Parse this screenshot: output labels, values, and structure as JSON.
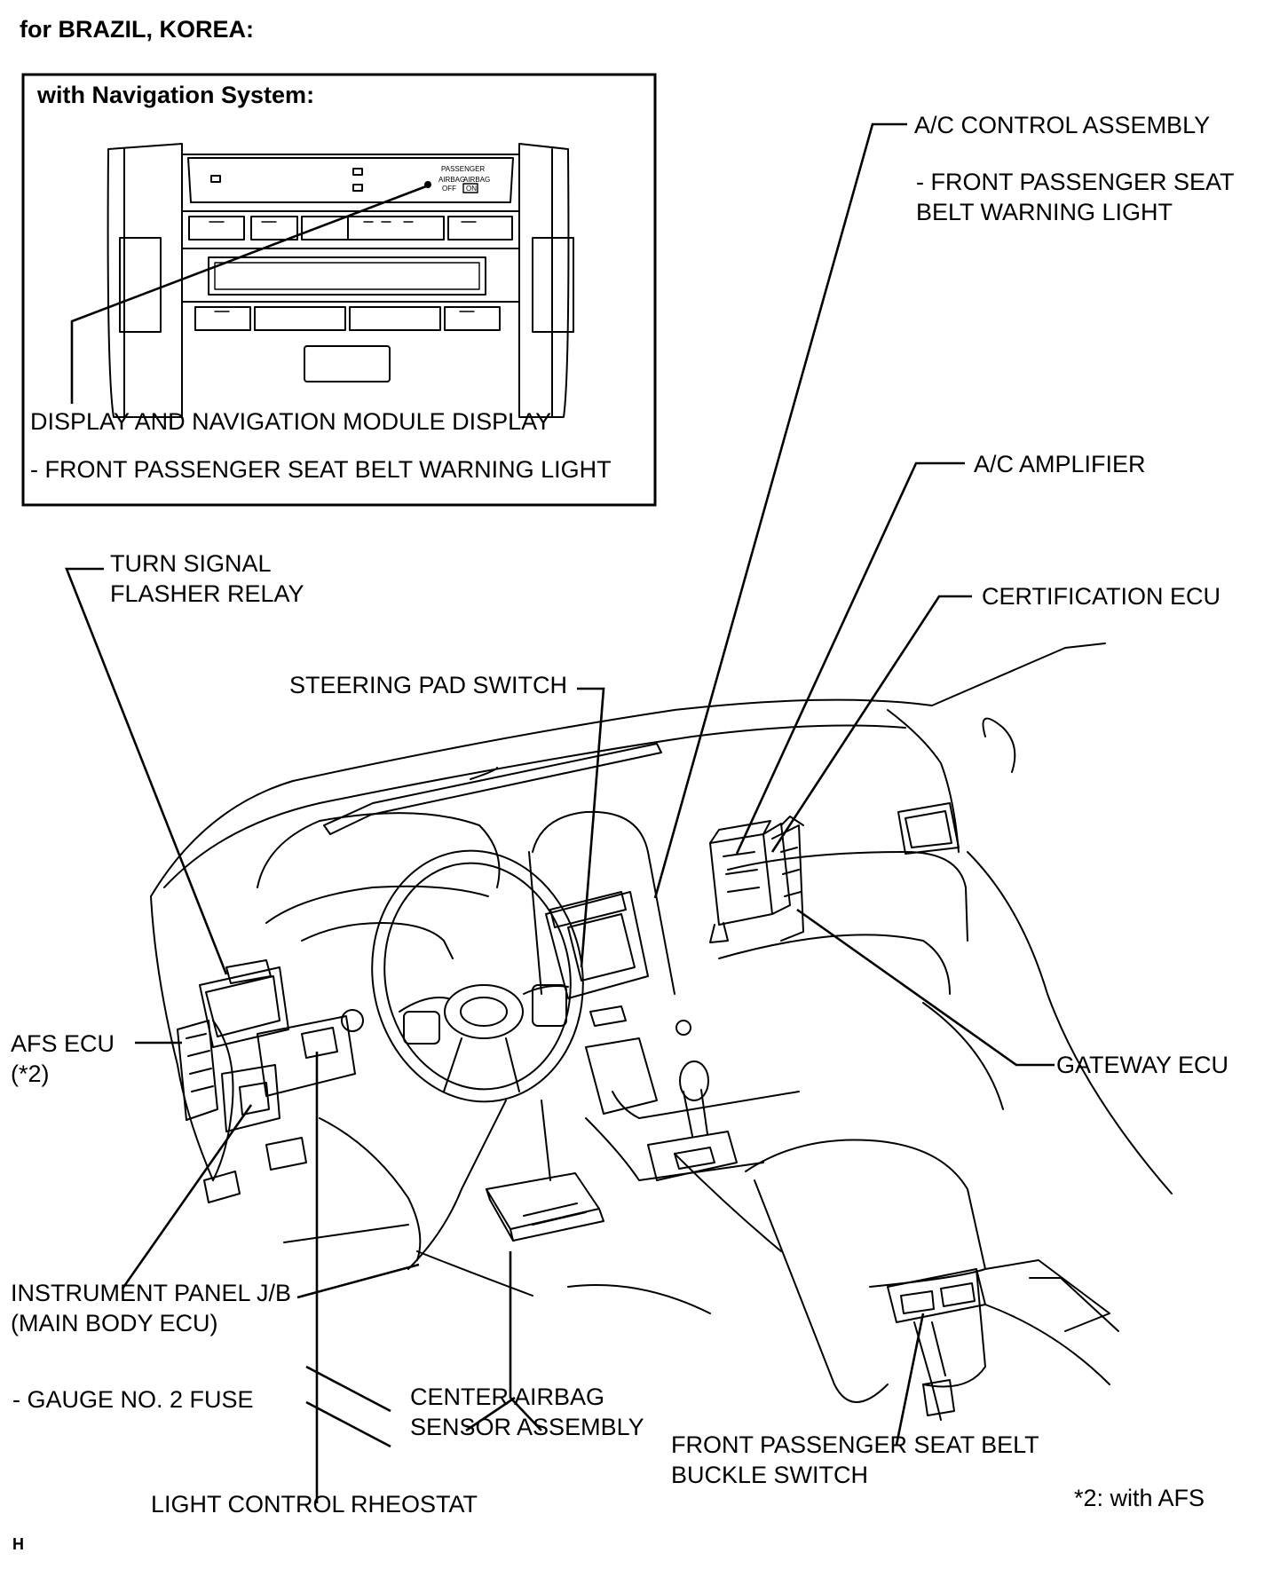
{
  "header": {
    "region": "for BRAZIL, KOREA:",
    "corner_mark": "H"
  },
  "inset": {
    "title": "with Navigation System:",
    "panel_text": {
      "passenger": "PASSENGER",
      "airbag_1": "AIRBAG",
      "airbag_2": "AIRBAG",
      "off": "OFF",
      "on": "ON"
    },
    "component_label": "DISPLAY AND NAVIGATION MODULE DISPLAY",
    "sub_label": "- FRONT PASSENGER SEAT BELT WARNING LIGHT"
  },
  "labels": {
    "ac_control": "A/C CONTROL ASSEMBLY",
    "ac_control_sub_1": "- FRONT PASSENGER SEAT",
    "ac_control_sub_2": "BELT WARNING LIGHT",
    "ac_amplifier": "A/C AMPLIFIER",
    "certification_ecu": "CERTIFICATION ECU",
    "turn_signal_1": "TURN SIGNAL",
    "turn_signal_2": "FLASHER RELAY",
    "steering_pad": "STEERING PAD SWITCH",
    "afs_ecu_1": "AFS ECU",
    "afs_ecu_2": "(*2)",
    "gateway_ecu": "GATEWAY ECU",
    "instrument_jb_1": "INSTRUMENT PANEL J/B",
    "instrument_jb_2": "(MAIN BODY ECU)",
    "gauge_fuse": "- GAUGE NO. 2 FUSE",
    "center_airbag_1": "CENTER AIRBAG",
    "center_airbag_2": "SENSOR ASSEMBLY",
    "buckle_switch_1": "FRONT PASSENGER SEAT BELT",
    "buckle_switch_2": "BUCKLE SWITCH",
    "light_rheostat": "LIGHT CONTROL RHEOSTAT"
  },
  "footnote": "*2: with AFS"
}
